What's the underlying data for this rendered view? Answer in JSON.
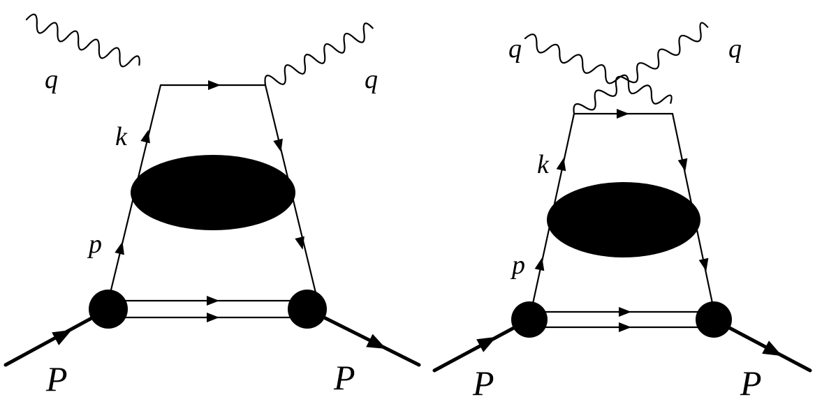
{
  "diagrams": [
    {
      "labels": {
        "photon_left": "q",
        "photon_right": "q",
        "quark_upper": "k",
        "quark_lower": "p",
        "proton_in": "P",
        "proton_out": "P"
      }
    },
    {
      "labels": {
        "photon_left": "q",
        "photon_right": "q",
        "quark_upper": "k",
        "quark_lower": "p",
        "proton_in": "P",
        "proton_out": "P"
      }
    }
  ]
}
